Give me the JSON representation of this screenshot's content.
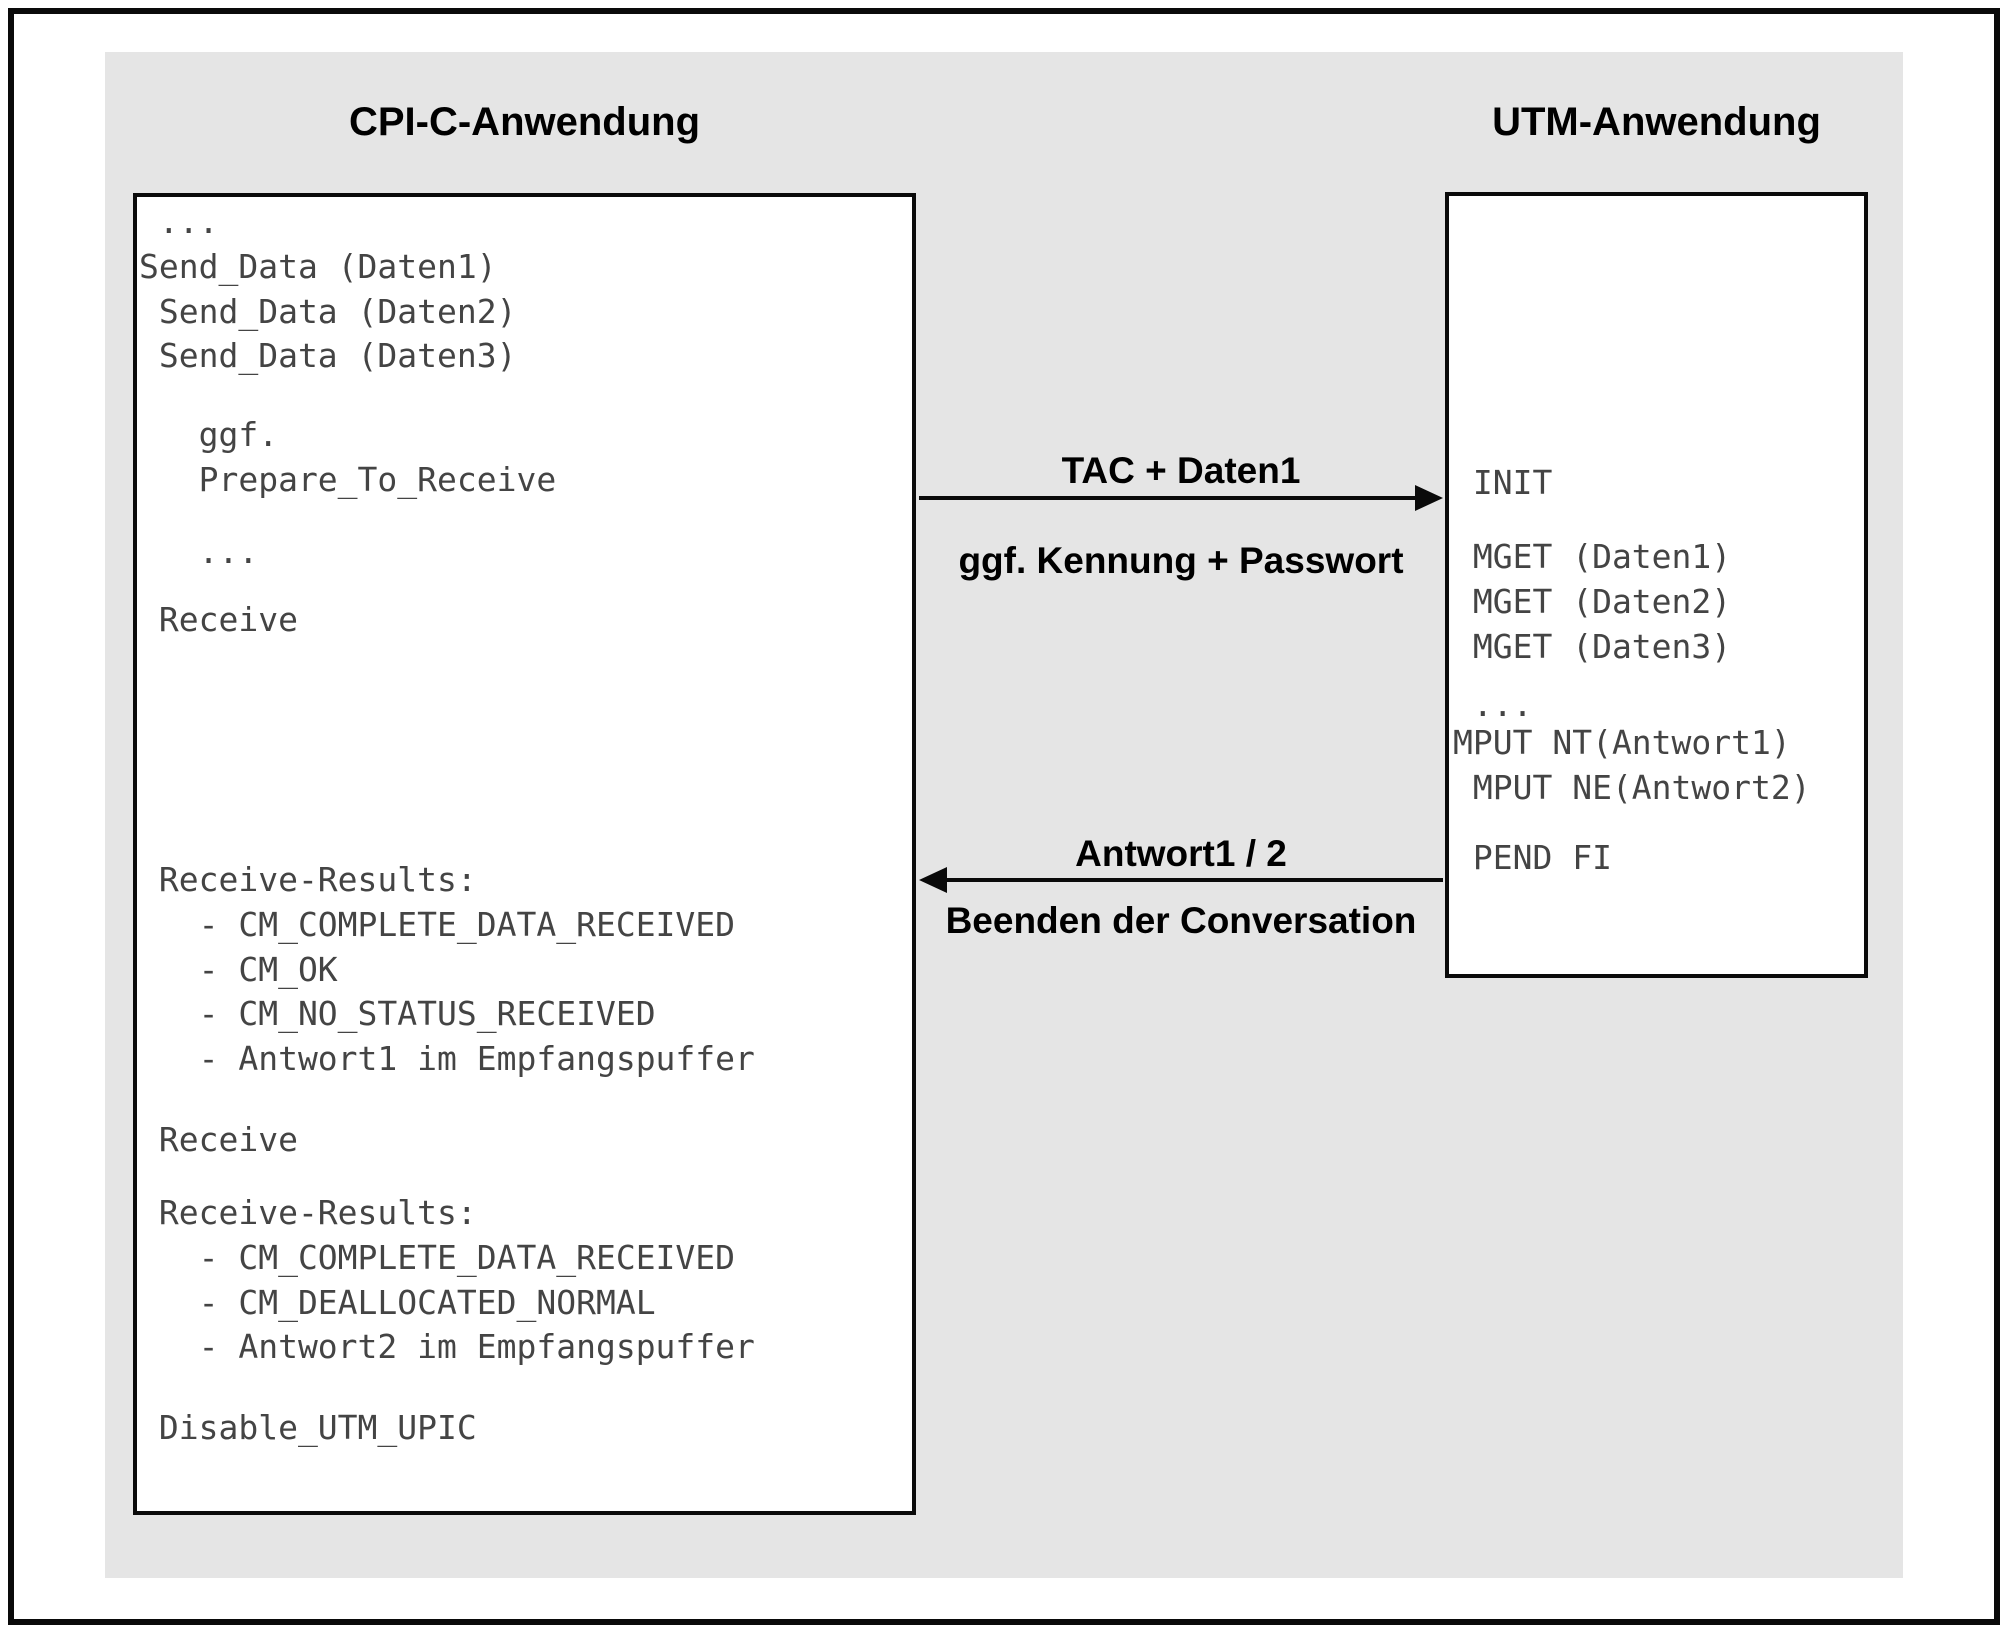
{
  "diagram": {
    "left": {
      "title": "CPI-C-Anwendung",
      "blocks": [
        " ...\nSend_Data (Daten1)\n Send_Data (Daten2)\n Send_Data (Daten3)",
        "   ggf.\n   Prepare_To_Receive",
        "   ...",
        " Receive",
        " Receive-Results:\n   - CM_COMPLETE_DATA_RECEIVED\n   - CM_OK\n   - CM_NO_STATUS_RECEIVED\n   - Antwort1 im Empfangspuffer",
        " Receive",
        " Receive-Results:\n   - CM_COMPLETE_DATA_RECEIVED\n   - CM_DEALLOCATED_NORMAL\n   - Antwort2 im Empfangspuffer",
        " Disable_UTM_UPIC"
      ]
    },
    "right": {
      "title": "UTM-Anwendung",
      "blocks": [
        " INIT",
        " MGET (Daten1)\n MGET (Daten2)\n MGET (Daten3)",
        " ...",
        "MPUT NT(Antwort1)\n MPUT NE(Antwort2)",
        " PEND FI"
      ]
    },
    "arrows": [
      {
        "direction": "right",
        "label_top": "TAC + Daten1",
        "label_bottom": "ggf. Kennung + Passwort"
      },
      {
        "direction": "left",
        "label_top": "Antwort1 / 2",
        "label_bottom": "Beenden der Conversation"
      }
    ],
    "colors": {
      "panel_background": "#e5e5e5",
      "box_background": "#ffffff",
      "line_and_border": "#0a0a0a",
      "code_text": "#444444",
      "label_text": "#000000"
    }
  }
}
